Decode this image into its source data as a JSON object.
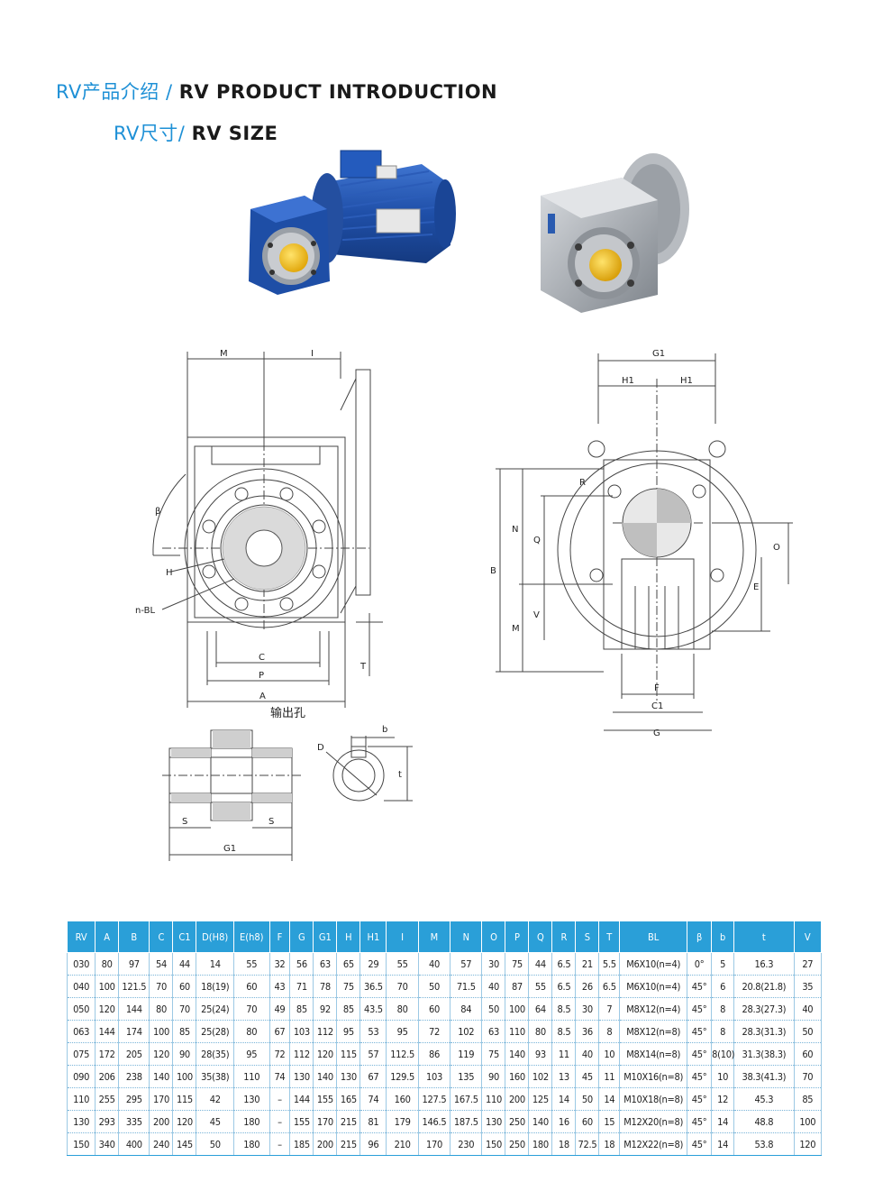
{
  "header": {
    "title_cn": "RV产品介绍 /",
    "title_en": "RV PRODUCT INTRODUCTION",
    "subtitle_cn": "RV尺寸/",
    "subtitle_en": "RV SIZE"
  },
  "photos": {
    "left": "blue-motor-gearbox-photo",
    "right": "aluminium-gearbox-photo"
  },
  "drawing_front": {
    "dims": {
      "M": "M",
      "I": "I",
      "beta": "β",
      "H": "H",
      "nBL": "n-BL",
      "C": "C",
      "P": "P",
      "A": "A",
      "T": "T"
    },
    "caption": "输出孔"
  },
  "drawing_side": {
    "dims": {
      "G1": "G1",
      "H1a": "H1",
      "H1b": "H1",
      "R": "R",
      "B": "B",
      "N": "N",
      "Q": "Q",
      "O": "O",
      "E": "E",
      "V": "V",
      "M": "M",
      "F": "F",
      "C1": "C1",
      "G": "G"
    }
  },
  "drawing_shaft": {
    "dims": {
      "S1": "S",
      "S2": "S",
      "G1": "G1"
    }
  },
  "drawing_hole": {
    "dims": {
      "b": "b",
      "D": "D",
      "t": "t"
    }
  },
  "table": {
    "headers": [
      "RV",
      "A",
      "B",
      "C",
      "C1",
      "D(H8)",
      "E(h8)",
      "F",
      "G",
      "G1",
      "H",
      "H1",
      "I",
      "M",
      "N",
      "O",
      "P",
      "Q",
      "R",
      "S",
      "T",
      "BL",
      "β",
      "b",
      "t",
      "V"
    ],
    "rows": [
      [
        "030",
        "80",
        "97",
        "54",
        "44",
        "14",
        "55",
        "32",
        "56",
        "63",
        "65",
        "29",
        "55",
        "40",
        "57",
        "30",
        "75",
        "44",
        "6.5",
        "21",
        "5.5",
        "M6X10(n=4)",
        "0°",
        "5",
        "16.3",
        "27"
      ],
      [
        "040",
        "100",
        "121.5",
        "70",
        "60",
        "18(19)",
        "60",
        "43",
        "71",
        "78",
        "75",
        "36.5",
        "70",
        "50",
        "71.5",
        "40",
        "87",
        "55",
        "6.5",
        "26",
        "6.5",
        "M6X10(n=4)",
        "45°",
        "6",
        "20.8(21.8)",
        "35"
      ],
      [
        "050",
        "120",
        "144",
        "80",
        "70",
        "25(24)",
        "70",
        "49",
        "85",
        "92",
        "85",
        "43.5",
        "80",
        "60",
        "84",
        "50",
        "100",
        "64",
        "8.5",
        "30",
        "7",
        "M8X12(n=4)",
        "45°",
        "8",
        "28.3(27.3)",
        "40"
      ],
      [
        "063",
        "144",
        "174",
        "100",
        "85",
        "25(28)",
        "80",
        "67",
        "103",
        "112",
        "95",
        "53",
        "95",
        "72",
        "102",
        "63",
        "110",
        "80",
        "8.5",
        "36",
        "8",
        "M8X12(n=8)",
        "45°",
        "8",
        "28.3(31.3)",
        "50"
      ],
      [
        "075",
        "172",
        "205",
        "120",
        "90",
        "28(35)",
        "95",
        "72",
        "112",
        "120",
        "115",
        "57",
        "112.5",
        "86",
        "119",
        "75",
        "140",
        "93",
        "11",
        "40",
        "10",
        "M8X14(n=8)",
        "45°",
        "8(10)",
        "31.3(38.3)",
        "60"
      ],
      [
        "090",
        "206",
        "238",
        "140",
        "100",
        "35(38)",
        "110",
        "74",
        "130",
        "140",
        "130",
        "67",
        "129.5",
        "103",
        "135",
        "90",
        "160",
        "102",
        "13",
        "45",
        "11",
        "M10X16(n=8)",
        "45°",
        "10",
        "38.3(41.3)",
        "70"
      ],
      [
        "110",
        "255",
        "295",
        "170",
        "115",
        "42",
        "130",
        "–",
        "144",
        "155",
        "165",
        "74",
        "160",
        "127.5",
        "167.5",
        "110",
        "200",
        "125",
        "14",
        "50",
        "14",
        "M10X18(n=8)",
        "45°",
        "12",
        "45.3",
        "85"
      ],
      [
        "130",
        "293",
        "335",
        "200",
        "120",
        "45",
        "180",
        "–",
        "155",
        "170",
        "215",
        "81",
        "179",
        "146.5",
        "187.5",
        "130",
        "250",
        "140",
        "16",
        "60",
        "15",
        "M12X20(n=8)",
        "45°",
        "14",
        "48.8",
        "100"
      ],
      [
        "150",
        "340",
        "400",
        "240",
        "145",
        "50",
        "180",
        "–",
        "185",
        "200",
        "215",
        "96",
        "210",
        "170",
        "230",
        "150",
        "250",
        "180",
        "18",
        "72.5",
        "18",
        "M12X22(n=8)",
        "45°",
        "14",
        "53.8",
        "120"
      ]
    ]
  },
  "colors": {
    "accent": "#2a9fd8",
    "title_cn": "#1e90d6",
    "motor_blue": "#1f4fa8",
    "gearbox_silver": "#a9adb3",
    "flange_yellow": "#f2c21b"
  }
}
